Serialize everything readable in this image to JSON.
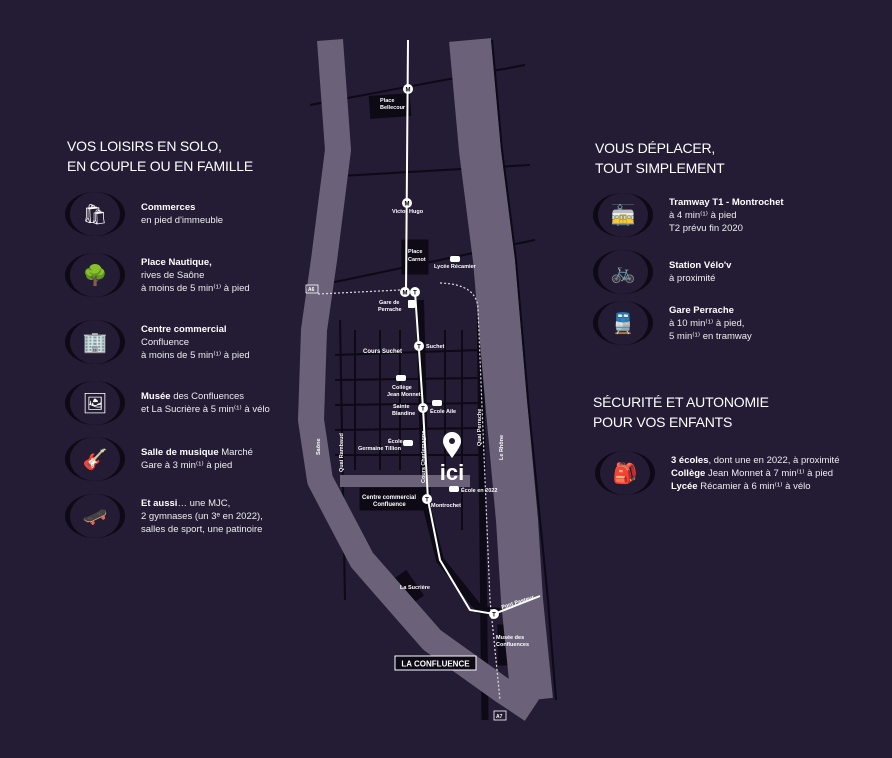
{
  "left": {
    "title_1": "VOS LOISIRS EN SOLO,",
    "title_2": "EN COUPLE OU EN FAMILLE",
    "items": [
      {
        "icon": "shopping-bags-icon",
        "b": "Commerces",
        "l1": "",
        "l2": "en pied d'immeuble",
        "l3": ""
      },
      {
        "icon": "tree-water-icon",
        "b": "Place Nautique,",
        "l1": "",
        "l2": "rives de Saône",
        "l3": "à moins de 5 min⁽¹⁾ à pied"
      },
      {
        "icon": "building-basket-icon",
        "b": "Centre commercial",
        "l1": "",
        "l2": "Confluence",
        "l3": "à moins de 5 min⁽¹⁾ à pied"
      },
      {
        "icon": "museum-icon",
        "b": "Musée",
        "l1": " des Confluences",
        "l2": "et La Sucrière à 5 min⁽¹⁾ à vélo",
        "l3": ""
      },
      {
        "icon": "guitar-icon",
        "b": "Salle de musique",
        "l1": " Marché",
        "l2": "Gare à 3 min⁽¹⁾ à pied",
        "l3": ""
      },
      {
        "icon": "skateboard-icon",
        "b": "Et aussi",
        "l1": "… une MJC,",
        "l2": "2 gymnases (un 3ᵉ en 2022),",
        "l3": "salles de sport, une patinoire"
      }
    ]
  },
  "right": {
    "title_1": "VOUS DÉPLACER,",
    "title_2": "TOUT SIMPLEMENT",
    "items": [
      {
        "icon": "tram-icon",
        "b": "Tramway T1 - Montrochet",
        "l1": "",
        "l2": "à 4 min⁽¹⁾ à pied",
        "l3": "T2 prévu fin 2020"
      },
      {
        "icon": "bicycle-icon",
        "b": "Station Vélo'v",
        "l1": "",
        "l2": "à proximité",
        "l3": ""
      },
      {
        "icon": "train-icon",
        "b": "Gare Perrache",
        "l1": "",
        "l2": "à 10 min⁽¹⁾ à pied,",
        "l3": "5 min⁽¹⁾ en tramway"
      }
    ],
    "title2_1": "SÉCURITÉ ET AUTONOMIE",
    "title2_2": "POUR VOS ENFANTS",
    "school": {
      "icon": "backpack-icon",
      "b1": "3 écoles",
      "t1": ", dont une en 2022, à proximité",
      "b2": "Collège",
      "t2": " Jean Monnet à 7 min⁽¹⁾ à pied",
      "b3": "Lycée",
      "t3": " Récamier à 6 min⁽¹⁾ à vélo"
    }
  },
  "map": {
    "place_bellecour": [
      "Place",
      "Bellecour"
    ],
    "victor_hugo": "Victor Hugo",
    "place_carnot": [
      "Place",
      "Carnot"
    ],
    "lycee_recamier": "Lycée Récamier",
    "a6": "A6",
    "gare_perrache": [
      "Gare de",
      "Perrache"
    ],
    "cours_suchet": "Cours Suchet",
    "suchet": "Suchet",
    "college": [
      "Collège",
      "Jean Monnet"
    ],
    "sainte_blandine": [
      "Sainte",
      "Blandine"
    ],
    "ecole_aile": "École Aile",
    "ecole_tillion": [
      "École",
      "Germaine Tillion"
    ],
    "cours_charlemagne": "Cours Charlemagne",
    "quai_rambaud": "Quai Rambaud",
    "saone": "Saône",
    "quai_perrache": "Quai Perrache",
    "le_rhone": "Le Rhône",
    "ici": "ici",
    "ecole_2022": "École en 2022",
    "centre_commercial": [
      "Centre commercial",
      "Confluence"
    ],
    "montrochet": "Montrochet",
    "la_sucriere": "La Sucrière",
    "pont_pasteur": "Pont Pasteur",
    "musee": [
      "Musée des",
      "Confluences"
    ],
    "la_confluence": "LA CONFLUENCE",
    "a7": "A7",
    "metro": "M",
    "tram": "T"
  },
  "colors": {
    "background": "#241b34",
    "river": "#6b6279",
    "road": "#0d0915"
  }
}
